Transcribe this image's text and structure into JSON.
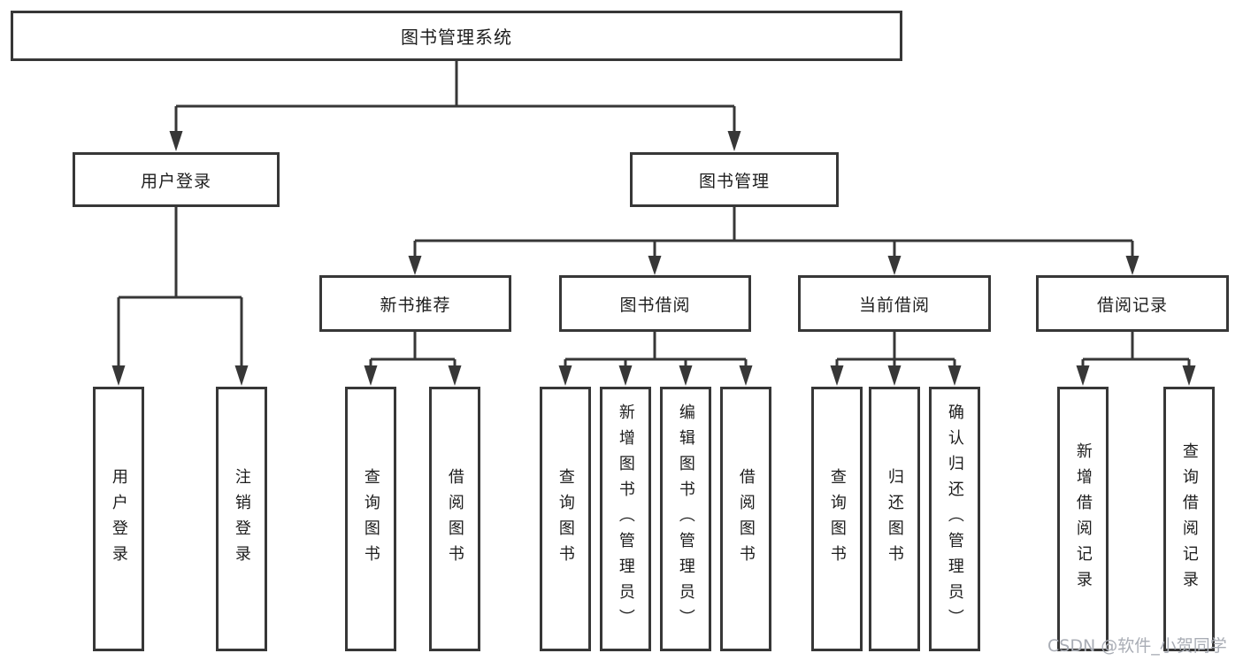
{
  "diagram": {
    "root": {
      "label": "图书管理系统"
    },
    "branches": [
      {
        "label": "用户登录",
        "children": [
          {
            "label": "用户登录"
          },
          {
            "label": "注销登录"
          }
        ]
      },
      {
        "label": "图书管理",
        "children": [
          {
            "label": "新书推荐",
            "children": [
              {
                "label": "查询图书"
              },
              {
                "label": "借阅图书"
              }
            ]
          },
          {
            "label": "图书借阅",
            "children": [
              {
                "label": "查询图书"
              },
              {
                "label": "新增图书（管理员）"
              },
              {
                "label": "编辑图书（管理员）"
              },
              {
                "label": "借阅图书"
              }
            ]
          },
          {
            "label": "当前借阅",
            "children": [
              {
                "label": "查询图书"
              },
              {
                "label": "归还图书"
              },
              {
                "label": "确认归还（管理员）"
              }
            ]
          },
          {
            "label": "借阅记录",
            "children": [
              {
                "label": "新增借阅记录"
              },
              {
                "label": "查询借阅记录"
              }
            ]
          }
        ]
      }
    ]
  },
  "watermark": {
    "text": "CSDN @软件_小贺同学"
  },
  "colors": {
    "line": "#373737",
    "text": "#1d1d1d",
    "box_fill": "#ffffff",
    "watermark": "#a9adb5",
    "background": "#ffffff"
  }
}
